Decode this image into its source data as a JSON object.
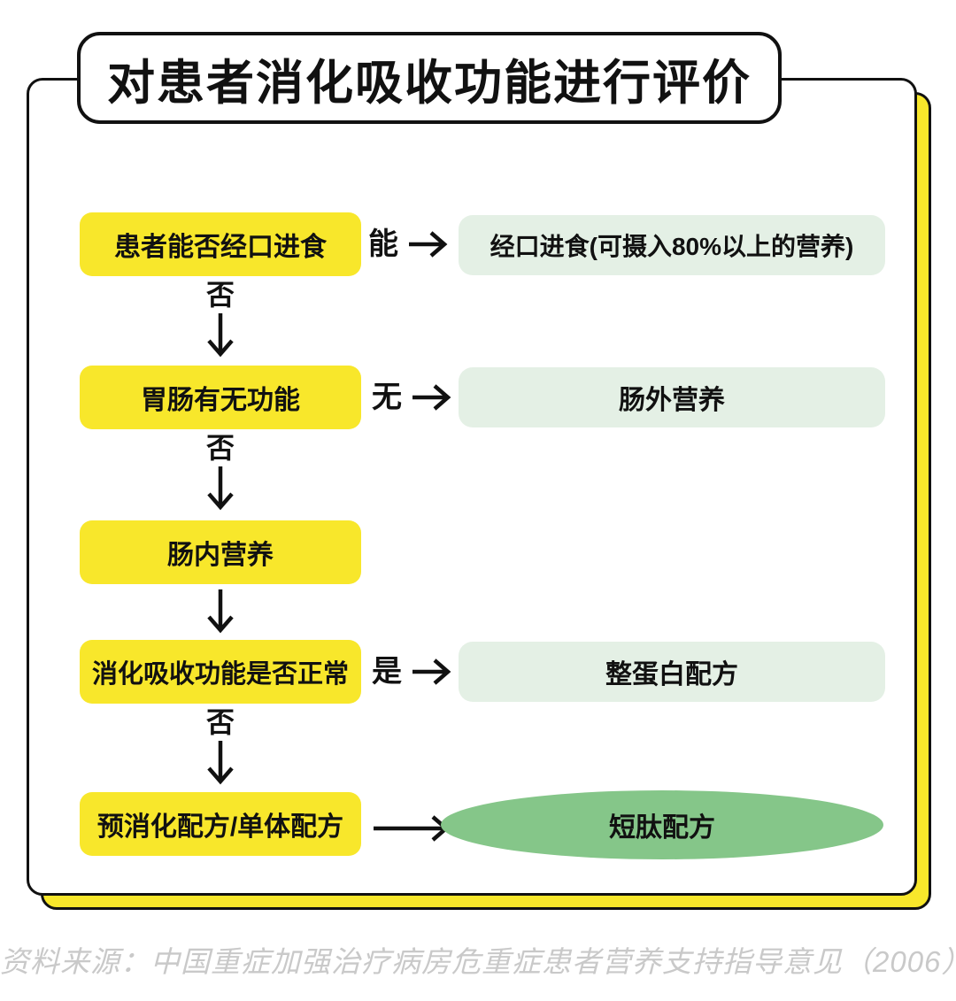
{
  "title": "对患者消化吸收功能进行评价",
  "source_note": "资料来源：中国重症加强治疗病房危重症患者营养支持指导意见（2006）",
  "colors": {
    "question_yellow": "#F8E72B",
    "result_light_green": "#E4F0E5",
    "result_dark_green": "#85C689",
    "ink_black": "#111111",
    "source_gray": "#C9C9C9"
  },
  "flow": {
    "rows": [
      {
        "question": "患者能否经口进食",
        "branch_label": "能",
        "result": "经口进食(可摄入80%以上的营养)",
        "down_label": "否"
      },
      {
        "question": "胃肠有无功能",
        "branch_label": "无",
        "result": "肠外营养",
        "down_label": "否"
      },
      {
        "question": "肠内营养",
        "branch_label": "",
        "result": "",
        "down_label": ""
      },
      {
        "question": "消化吸收功能是否正常",
        "branch_label": "是",
        "result": "整蛋白配方",
        "down_label": "否"
      },
      {
        "question": "预消化配方/单体配方",
        "branch_label": "",
        "result": "短肽配方",
        "down_label": ""
      }
    ]
  }
}
